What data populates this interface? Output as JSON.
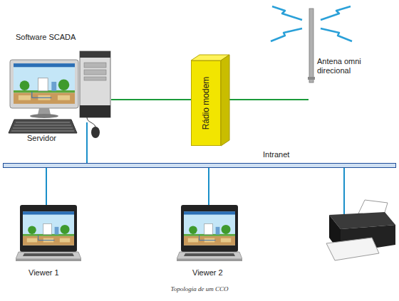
{
  "diagram": {
    "caption": "Topologia de um CCO",
    "nodes": [
      {
        "text": [
          "Software SCADA",
          "Servidor"
        ]
      },
      {
        "text": [
          "Rádio modem"
        ]
      },
      {
        "text": [
          "Antena omni direcional"
        ]
      },
      {
        "text": [
          "Intranet"
        ]
      },
      {
        "text": [
          "Viewer 1"
        ]
      },
      {
        "text": [
          "Viewer 2"
        ]
      }
    ],
    "edges": [
      {
        "from": 0,
        "to": 1,
        "arrow": "none"
      },
      {
        "from": 1,
        "to": 2,
        "arrow": "none"
      },
      {
        "from": 0,
        "to": 3,
        "arrow": "none"
      },
      {
        "from": 3,
        "to": 4,
        "arrow": "none"
      },
      {
        "from": 3,
        "to": 5,
        "arrow": "none"
      }
    ]
  }
}
